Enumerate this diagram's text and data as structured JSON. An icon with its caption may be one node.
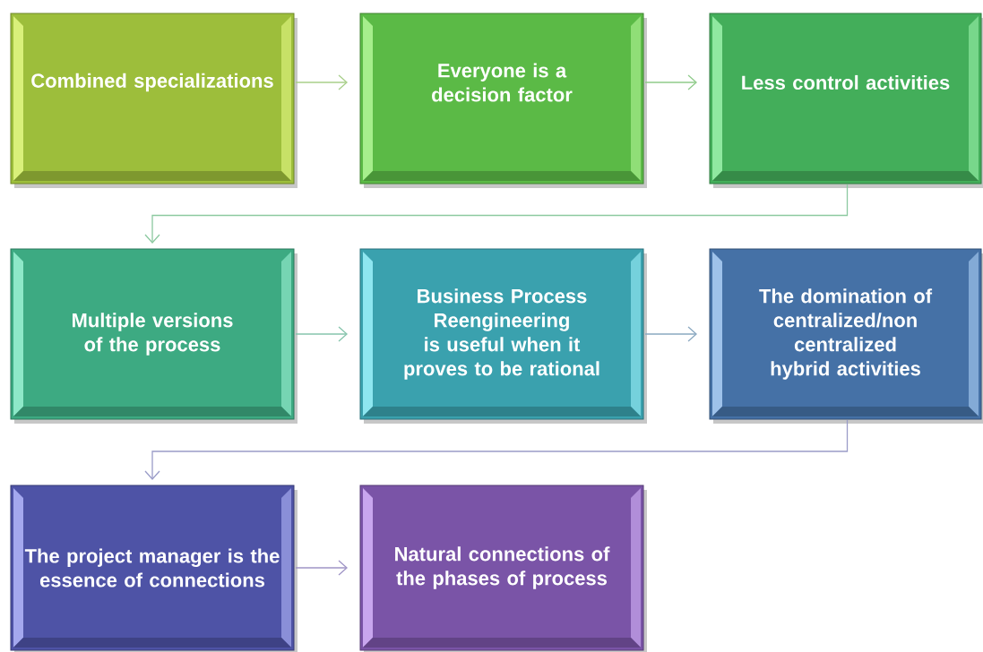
{
  "diagram": {
    "nodes": [
      {
        "text": [
          "Combined specializations"
        ]
      },
      {
        "text": [
          "Everyone is a decision factor"
        ]
      },
      {
        "text": [
          "Less control activities"
        ]
      },
      {
        "text": [
          "Multiple versions of the process"
        ]
      },
      {
        "text": [
          "Business Process Reengineering is useful when it proves to be rational"
        ]
      },
      {
        "text": [
          "The domination of centralized/non centralized hybrid activities"
        ]
      },
      {
        "text": [
          "The project manager is the essence of connections"
        ]
      },
      {
        "text": [
          "Natural connections of the phases of process"
        ]
      }
    ],
    "edges": [
      {
        "from": 0,
        "to": 1,
        "arrow": "to",
        "color": "#a8cf8a"
      },
      {
        "from": 1,
        "to": 2,
        "arrow": "to",
        "color": "#8fcb8a"
      },
      {
        "from": 2,
        "to": 3,
        "arrow": "to",
        "color": "#8cc9a0"
      },
      {
        "from": 3,
        "to": 4,
        "arrow": "to",
        "color": "#86c4ac"
      },
      {
        "from": 4,
        "to": 5,
        "arrow": "to",
        "color": "#8aa8c0"
      },
      {
        "from": 5,
        "to": 6,
        "arrow": "to",
        "color": "#9a9cc8"
      },
      {
        "from": 6,
        "to": 7,
        "arrow": "to",
        "color": "#9f94c6"
      }
    ]
  }
}
